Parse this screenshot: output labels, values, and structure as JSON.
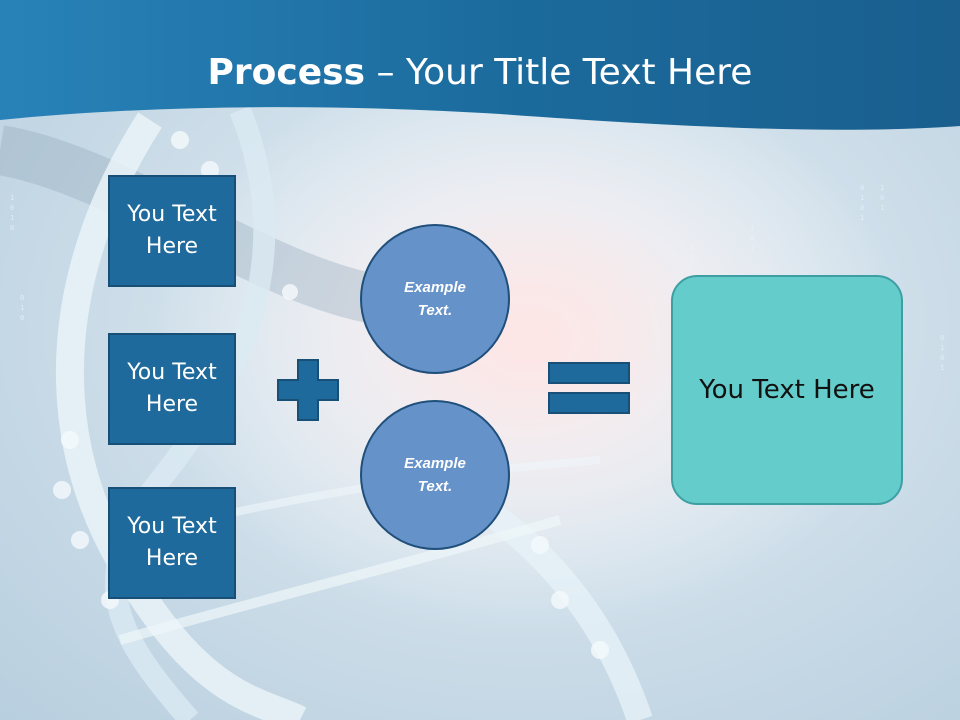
{
  "slide": {
    "title_bold": "Process",
    "title_rest": " – Your Title Text Here",
    "boxes": [
      {
        "label": "You Text Here"
      },
      {
        "label": "You Text Here"
      },
      {
        "label": "You Text Here"
      }
    ],
    "circles": [
      {
        "label": "Example Text."
      },
      {
        "label": "Example Text."
      }
    ],
    "result": {
      "label": "You Text Here"
    },
    "operators": [
      "plus-icon",
      "equals-icon"
    ],
    "colors": {
      "header": "#1d6a9a",
      "box_fill": "#1f6a9c",
      "circle_fill": "#6592c8",
      "result_fill": "#64ccca",
      "operator": "#1f6a9c"
    }
  }
}
